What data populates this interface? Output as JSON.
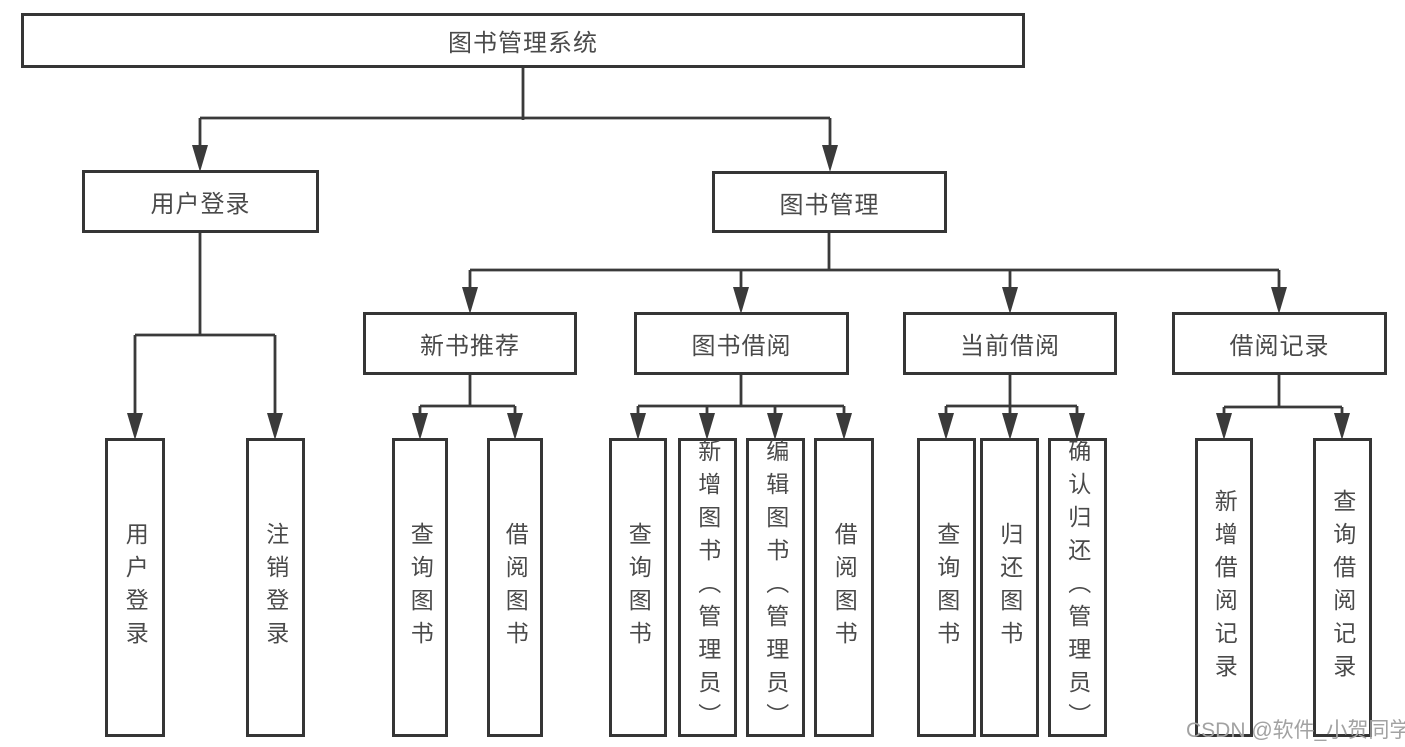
{
  "diagram_title": "图书管理系统",
  "tree": {
    "root": {
      "label": "图书管理系统",
      "children": [
        {
          "label": "用户登录",
          "children": [
            {
              "label": "用户登录"
            },
            {
              "label": "注销登录"
            }
          ]
        },
        {
          "label": "图书管理",
          "children": [
            {
              "label": "新书推荐",
              "children": [
                {
                  "label": "查询图书"
                },
                {
                  "label": "借阅图书"
                }
              ]
            },
            {
              "label": "图书借阅",
              "children": [
                {
                  "label": "查询图书"
                },
                {
                  "label": "新增图书（管理员）"
                },
                {
                  "label": "编辑图书（管理员）"
                },
                {
                  "label": "借阅图书"
                }
              ]
            },
            {
              "label": "当前借阅",
              "children": [
                {
                  "label": "查询图书"
                },
                {
                  "label": "归还图书"
                },
                {
                  "label": "确认归还（管理员）"
                }
              ]
            },
            {
              "label": "借阅记录",
              "children": [
                {
                  "label": "新增借阅记录"
                },
                {
                  "label": "查询借阅记录"
                }
              ]
            }
          ]
        }
      ]
    }
  },
  "watermark": {
    "text": "CSDN @软件_小贺同学"
  },
  "colors": {
    "line": "#3a3a3a",
    "box_border": "#353535",
    "box_fill": "#ffffff",
    "text": "#4a4a4a",
    "watermark": "#a2a2a2",
    "background": "#ffffff"
  }
}
